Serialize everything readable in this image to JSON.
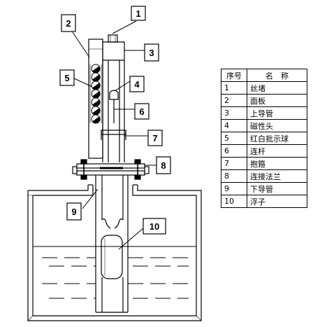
{
  "colors": {
    "line": "#000000",
    "background": "#ffffff"
  },
  "callouts": [
    "1",
    "2",
    "3",
    "4",
    "5",
    "6",
    "7",
    "8",
    "9",
    "10"
  ],
  "table": {
    "headers": [
      "序号",
      "名　称"
    ],
    "rows": [
      [
        "1",
        "丝堵"
      ],
      [
        "2",
        "面板"
      ],
      [
        "3",
        "上导管"
      ],
      [
        "4",
        "磁性头"
      ],
      [
        "5",
        "红白批示球"
      ],
      [
        "6",
        "连杆"
      ],
      [
        "7",
        "抱箍"
      ],
      [
        "8",
        "连接法兰"
      ],
      [
        "9",
        "下导管"
      ],
      [
        "10",
        "浮子"
      ]
    ]
  }
}
